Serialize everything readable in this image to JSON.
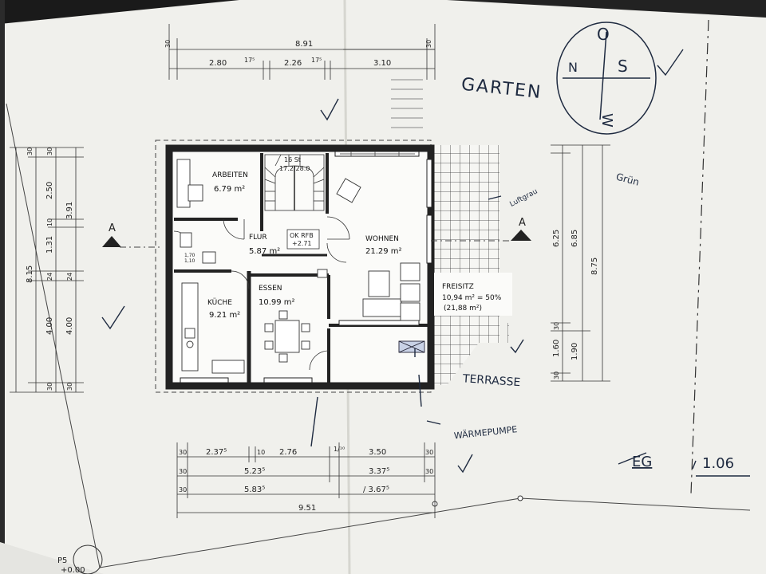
{
  "compass": {
    "n": "N",
    "o": "O",
    "s": "S",
    "w": "W"
  },
  "handwriting": {
    "garden": "GARTEN",
    "lawn": "Grün",
    "lawn_small": "Luftgrau",
    "terrace": "TERRASSE",
    "heat_pump": "WÄRMEPUMPE",
    "floor_label": "EG",
    "sheet_no": "1.06"
  },
  "section_marker": "A",
  "rooms": {
    "arbeiten": {
      "name": "ARBEITEN",
      "area": "6.79 m²"
    },
    "flur": {
      "name": "FLUR",
      "area": "5.87 m²"
    },
    "wohnen": {
      "name": "WOHNEN",
      "area": "21.29 m²"
    },
    "kueche": {
      "name": "KÜCHE",
      "area": "9.21 m²"
    },
    "essen": {
      "name": "ESSEN",
      "area": "10.99 m²"
    }
  },
  "level_box": {
    "line1": "OK RFB",
    "line2": "+2.71"
  },
  "stair": {
    "line1": "16 St",
    "line2": "17.2/28.0"
  },
  "wc": {
    "line1": "1,70",
    "line2": "1,10"
  },
  "freisitz": {
    "title": "FREISITZ",
    "area": "10,94 m² = 50%",
    "full": "(21,88 m²)"
  },
  "point": {
    "label": "P5",
    "value": "+0.00"
  },
  "dims_top": {
    "total": "8.91",
    "end_l": "30",
    "end_r": "30",
    "row2": [
      "2.80",
      "17⁵",
      "2.26",
      "17⁵",
      "3.10"
    ]
  },
  "dims_left": {
    "total": "8.15",
    "outer": [
      "30",
      "3.91",
      "24",
      "4.00",
      "30"
    ],
    "inner": [
      "30",
      "2.50",
      "10",
      "1.31",
      "24",
      "4.00",
      "30"
    ]
  },
  "dims_right": {
    "total": "8.75",
    "a": [
      "6.85",
      "1.90"
    ],
    "b": [
      "6.25",
      "30",
      "1.60",
      "30"
    ]
  },
  "dims_bottom": {
    "row1": [
      "30",
      "2.37⁵",
      "10",
      "2.76",
      "1/¹⁰",
      "3.50",
      "30"
    ],
    "row2": [
      "30",
      "5.23⁵",
      "3.37⁵",
      "30"
    ],
    "row3": [
      "30",
      "5.83⁵",
      "/ 3.67⁵"
    ],
    "total": "9.51"
  }
}
